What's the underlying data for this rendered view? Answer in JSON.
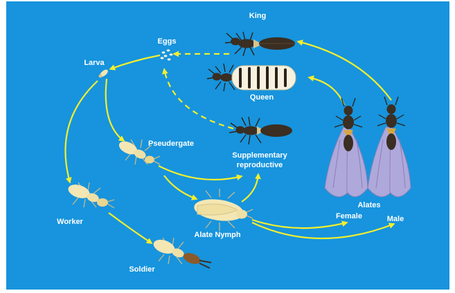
{
  "colors": {
    "background": "#1794dd",
    "arrow": "#f4ee2e",
    "label": "#ffffff",
    "body_pale": "#f4e7b4",
    "body_dark": "#3b2e22",
    "wing": "#b7aadb"
  },
  "labels": {
    "king": "King",
    "queen": "Queen",
    "eggs": "Eggs",
    "larva": "Larva",
    "pseudergate": "Pseudergate",
    "supplementary_line1": "Supplementary",
    "supplementary_line2": "reproductive",
    "worker": "Worker",
    "soldier": "Soldier",
    "alate_nymph": "Alate Nymph",
    "alates": "Alates",
    "female": "Female",
    "male": "Male"
  },
  "icons": [
    "king-termite-icon",
    "queen-termite-icon",
    "eggs-icon",
    "larva-icon",
    "pseudergate-icon",
    "worker-termite-icon",
    "soldier-termite-icon",
    "alate-nymph-icon",
    "supplementary-reproductive-icon",
    "female-alate-icon",
    "male-alate-icon"
  ]
}
